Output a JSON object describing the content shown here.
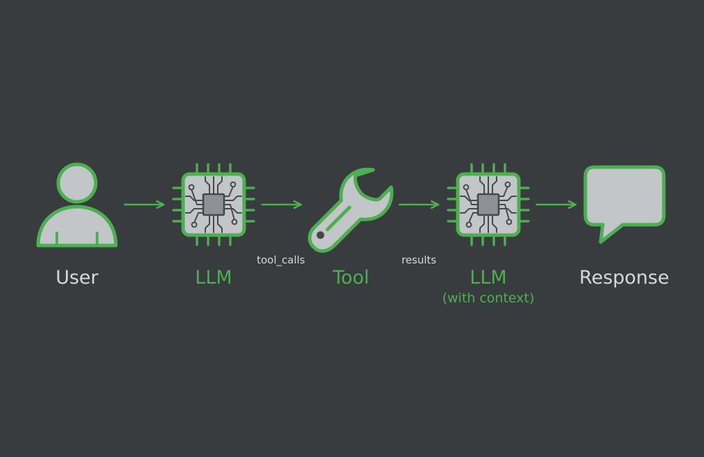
{
  "colors": {
    "background": "#393c3e",
    "accent_green": "#4caf50",
    "icon_fill": "#c2c6c9",
    "icon_dark": "#46494c",
    "chip_core": "#8e9296",
    "label_light": "#d6d8da"
  },
  "nodes": [
    {
      "id": "user",
      "icon": "user-icon",
      "label": "User",
      "label_color": "#d6d8da"
    },
    {
      "id": "llm",
      "icon": "chip-icon",
      "label": "LLM",
      "label_color": "#4caf50"
    },
    {
      "id": "tool",
      "icon": "wrench-icon",
      "label": "Tool",
      "label_color": "#4caf50"
    },
    {
      "id": "llm2",
      "icon": "chip-icon",
      "label": "LLM",
      "sublabel": "(with context)",
      "label_color": "#4caf50"
    },
    {
      "id": "response",
      "icon": "speech-bubble-icon",
      "label": "Response",
      "label_color": "#d6d8da"
    }
  ],
  "edges": [
    {
      "from": "user",
      "to": "llm",
      "label": ""
    },
    {
      "from": "llm",
      "to": "tool",
      "label": "tool_calls"
    },
    {
      "from": "tool",
      "to": "llm2",
      "label": "results"
    },
    {
      "from": "llm2",
      "to": "response",
      "label": ""
    }
  ]
}
